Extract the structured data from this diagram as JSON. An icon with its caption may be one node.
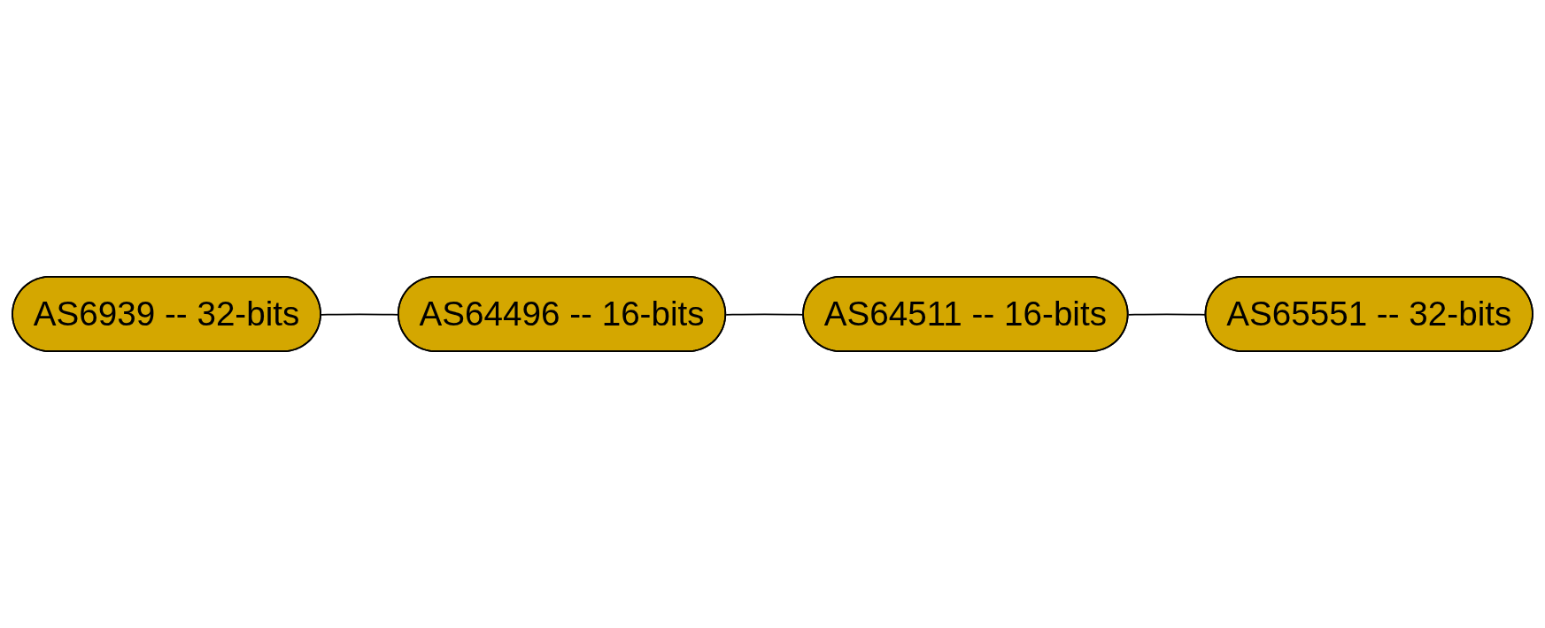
{
  "diagram": {
    "nodes": [
      {
        "text": [
          "AS6939 -- 32-bits"
        ]
      },
      {
        "text": [
          "AS64496 -- 16-bits"
        ]
      },
      {
        "text": [
          "AS64511 -- 16-bits"
        ]
      },
      {
        "text": [
          "AS65551 -- 32-bits"
        ]
      }
    ],
    "edges": [
      {
        "from": 0,
        "to": 1,
        "arrow": "none"
      },
      {
        "from": 1,
        "to": 2,
        "arrow": "none"
      },
      {
        "from": 2,
        "to": 3,
        "arrow": "none"
      }
    ]
  }
}
